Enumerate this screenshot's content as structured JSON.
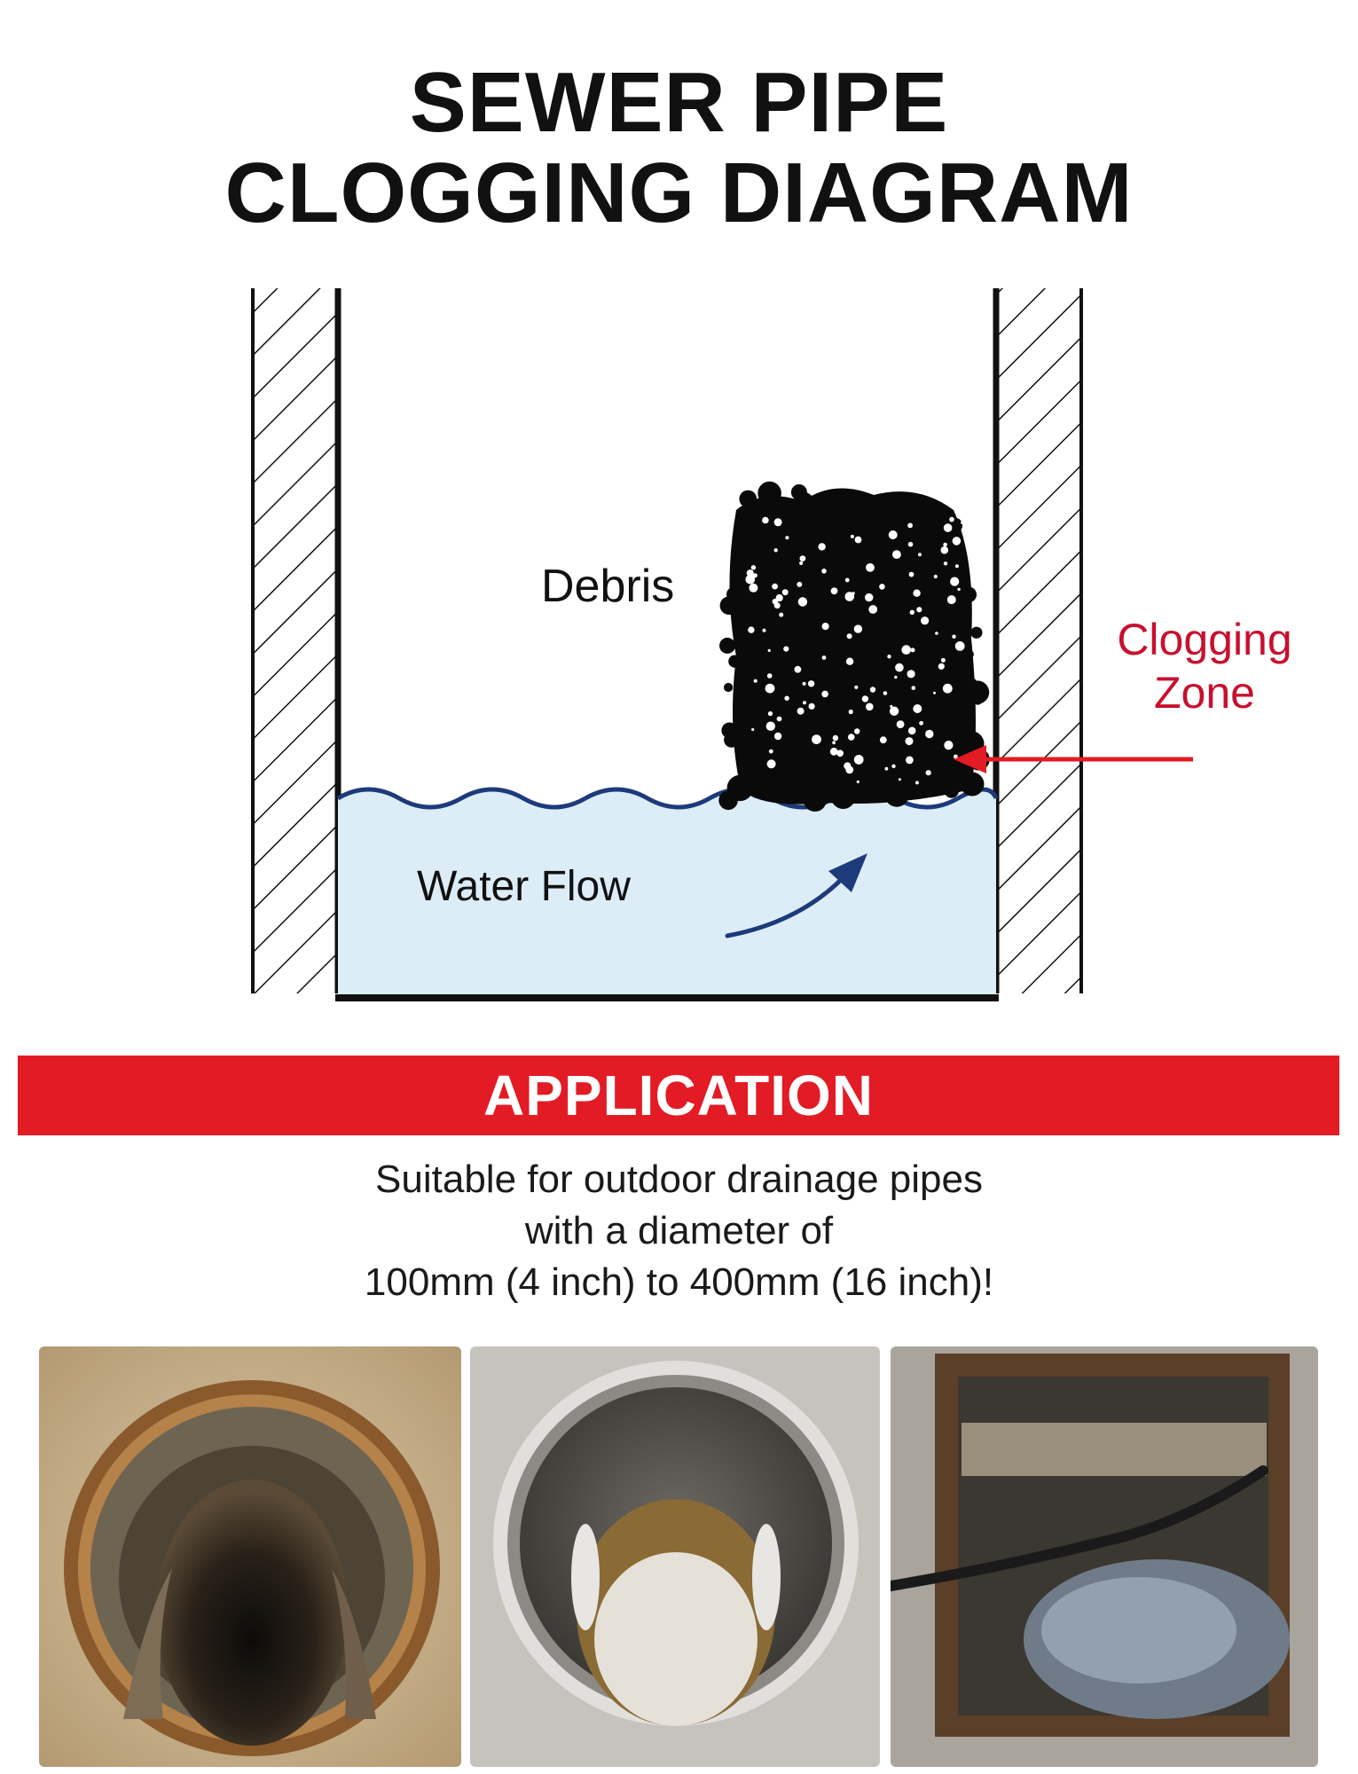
{
  "title": {
    "line1": "SEWER PIPE",
    "line2": "CLOGGING DIAGRAM"
  },
  "diagram": {
    "debris_label": "Debris",
    "water_label": "Water Flow",
    "clog_label_line1": "Clogging",
    "clog_label_line2": "Zone"
  },
  "application": {
    "heading": "APPLICATION",
    "line1": "Suitable for outdoor drainage pipes",
    "line2": "with a diameter of",
    "line3": "100mm (4 inch) to 400mm (16 inch)!"
  },
  "colors": {
    "accent_red": "#e21b24",
    "water_blue": "#dcedf8",
    "wave_navy": "#1d3a7a",
    "debris_black": "#0a0a0a"
  }
}
